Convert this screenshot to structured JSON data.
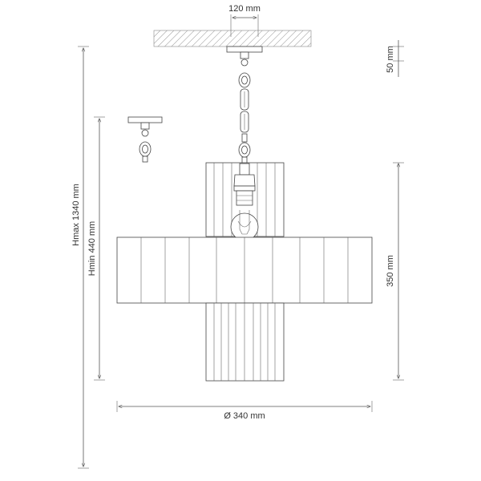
{
  "dimensions": {
    "canopy_width": "120 mm",
    "canopy_height": "50 mm",
    "shade_height": "350 mm",
    "diameter": "Ø 340 mm",
    "h_max": "Hmax 1340 mm",
    "h_min": "Hmin 440 mm"
  }
}
